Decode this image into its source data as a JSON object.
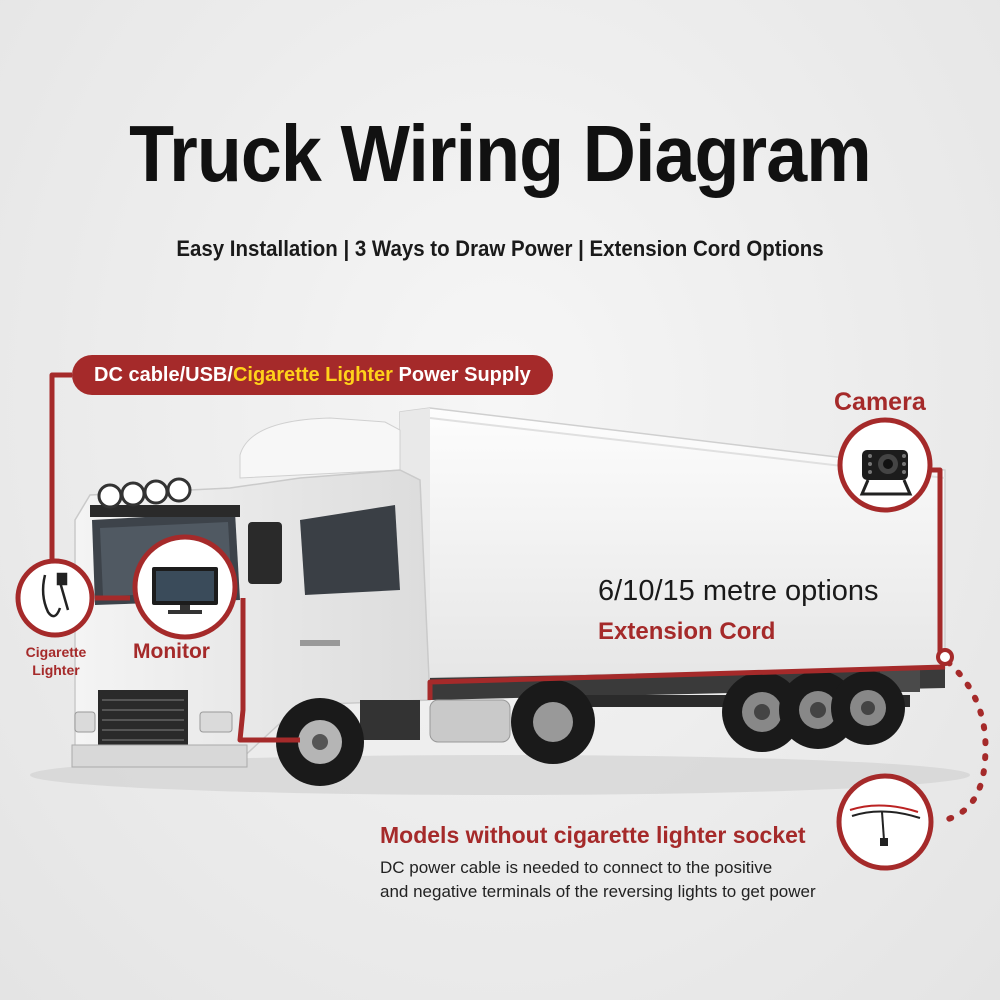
{
  "header": {
    "title": "Truck Wiring Diagram",
    "subtitle": "Easy Installation | 3 Ways to Draw Power | Extension Cord Options"
  },
  "power_supply_label": {
    "part1": "DC cable/USB/",
    "highlight": "Cigarette Lighter",
    "part2": " Power Supply"
  },
  "labels": {
    "camera": "Camera",
    "monitor": "Monitor",
    "cigarette_line1": "Cigarette",
    "cigarette_line2": "Lighter",
    "extension_options": "6/10/15 metre options",
    "extension_cord": "Extension Cord"
  },
  "note": {
    "title": "Models without cigarette lighter socket",
    "line1": "DC power cable is needed to connect to the positive",
    "line2": "and negative terminals of the reversing lights to get power"
  },
  "colors": {
    "accent": "#a52a2a",
    "highlight": "#ffd21a"
  }
}
